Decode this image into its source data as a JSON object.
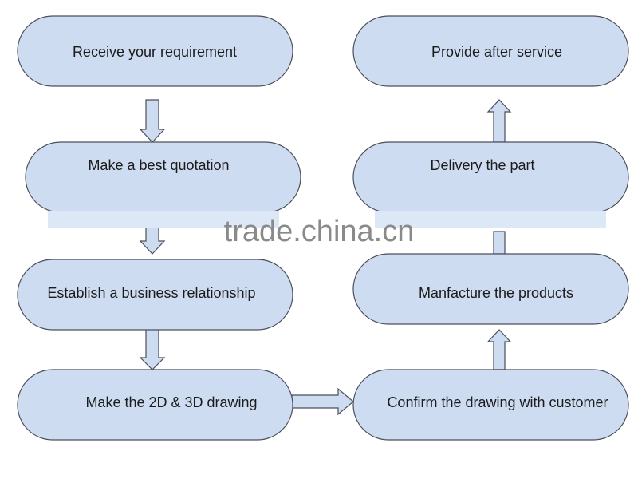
{
  "diagram": {
    "nodes": [
      {
        "id": "receive",
        "label": "Receive your requirement"
      },
      {
        "id": "quotation",
        "label": "Make a best quotation"
      },
      {
        "id": "relationship",
        "label": "Establish a business relationship"
      },
      {
        "id": "drawing",
        "label": "Make the 2D & 3D drawing"
      },
      {
        "id": "confirm",
        "label": "Confirm the drawing with customer"
      },
      {
        "id": "manufacture",
        "label": "Manfacture the products"
      },
      {
        "id": "delivery",
        "label": "Delivery the part"
      },
      {
        "id": "service",
        "label": "Provide after service"
      }
    ],
    "edges": [
      {
        "from": "receive",
        "to": "quotation"
      },
      {
        "from": "quotation",
        "to": "relationship"
      },
      {
        "from": "relationship",
        "to": "drawing"
      },
      {
        "from": "drawing",
        "to": "confirm"
      },
      {
        "from": "confirm",
        "to": "manufacture"
      },
      {
        "from": "manufacture",
        "to": "delivery"
      },
      {
        "from": "delivery",
        "to": "service"
      }
    ],
    "colors": {
      "fill": "#cddcf1",
      "stroke": "#4a4f5a",
      "text": "#1b1b1b"
    }
  },
  "watermark": "trade.china.cn"
}
